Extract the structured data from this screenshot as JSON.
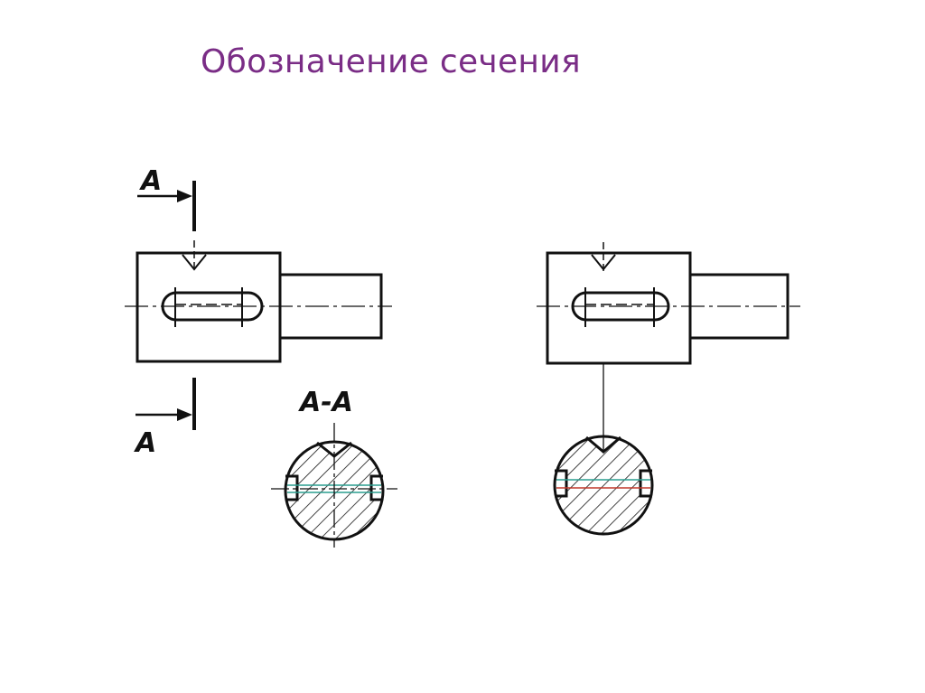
{
  "slide": {
    "title": "Обозначение сечения"
  },
  "diagram": {
    "left_view": {
      "cut_label_top": "A",
      "cut_label_bottom": "A",
      "section_label": "A-A"
    },
    "colors": {
      "ink": "#111111",
      "center_line": "#2a9d8f",
      "slot_mark": "#c0392b",
      "title": "#7a2d86"
    }
  }
}
